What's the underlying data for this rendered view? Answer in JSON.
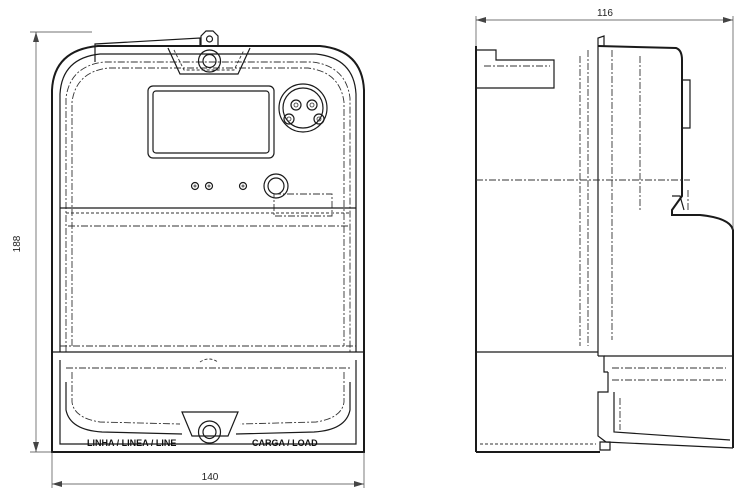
{
  "dimensions": {
    "width_front": "140",
    "height": "188",
    "depth_side": "116"
  },
  "labels": {
    "line": "LINHA / LINEA / LINE",
    "load": "CARGA / LOAD"
  }
}
